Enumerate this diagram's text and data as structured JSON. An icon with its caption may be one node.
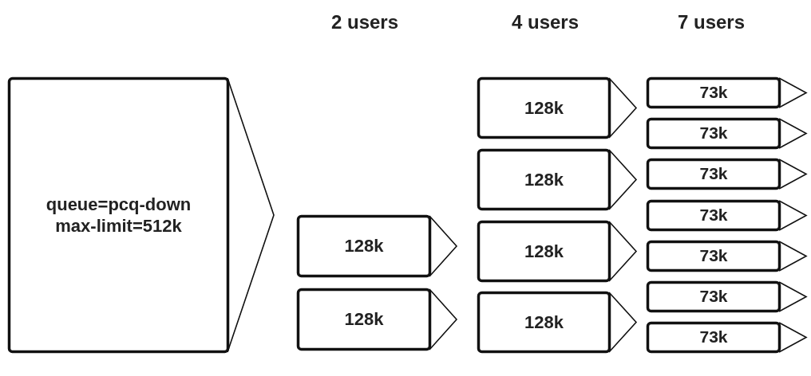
{
  "diagram": {
    "nodes": [
      {
        "text": [
          "queue=pcq-down max-limit=512k"
        ]
      },
      {
        "text": [
          "128k"
        ]
      },
      {
        "text": [
          "128k"
        ]
      },
      {
        "text": [
          "128k"
        ]
      },
      {
        "text": [
          "128k"
        ]
      },
      {
        "text": [
          "128k"
        ]
      },
      {
        "text": [
          "128k"
        ]
      },
      {
        "text": [
          "73k"
        ]
      },
      {
        "text": [
          "73k"
        ]
      },
      {
        "text": [
          "73k"
        ]
      },
      {
        "text": [
          "73k"
        ]
      },
      {
        "text": [
          "73k"
        ]
      },
      {
        "text": [
          "73k"
        ]
      },
      {
        "text": [
          "73k"
        ]
      }
    ],
    "labels": [
      "2 users",
      "4 users",
      "7 users"
    ]
  }
}
